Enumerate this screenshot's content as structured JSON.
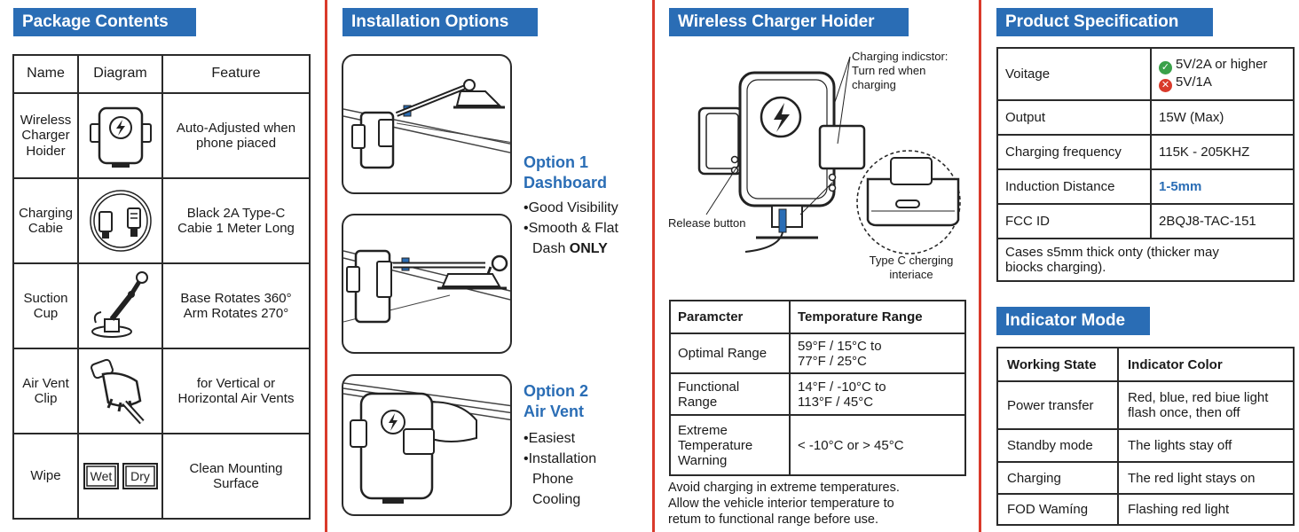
{
  "package_contents": {
    "title": "Package Contents",
    "headers": [
      "Name",
      "Diagram",
      "Feature"
    ],
    "rows": [
      {
        "name": "Wireless Charger Hoider",
        "icon": "charger-holder-icon",
        "feature": "Auto-Adjusted when phone piaced"
      },
      {
        "name": "Charging Cabie",
        "icon": "cable-icon",
        "feature": "Black 2A Type-C Cabie 1 Meter Long"
      },
      {
        "name": "Suction Cup",
        "icon": "suction-cup-icon",
        "feature": "Base Rotates 360° Arm Rotates 270°"
      },
      {
        "name": "Air Vent Clip",
        "icon": "vent-clip-icon",
        "feature": "for Vertical or Horizontal Air Vents"
      },
      {
        "name": "Wipe",
        "icon": "wipe-icon",
        "feature": "Clean Mounting Surface",
        "wipe_labels": [
          "Wet",
          "Dry"
        ]
      }
    ]
  },
  "installation": {
    "title": "Installation Options",
    "option1": {
      "title_line1": "Option 1",
      "title_line2": "Dashboard",
      "items": [
        "•Good Visibility",
        "•Smooth & Flat",
        "Dash "
      ],
      "emphasis": "ONLY"
    },
    "option2": {
      "title_line1": "Option 2",
      "title_line2": "Air Vent",
      "items": [
        "•Easiest",
        "•Installation",
        "Phone",
        "Cooling"
      ]
    }
  },
  "holder": {
    "title": "Wireless Charger Hoider",
    "callout_indicator": [
      "Charging indicstor:",
      "Turn red when",
      "charging"
    ],
    "callout_release": "Release button",
    "callout_typec": [
      "Type C cherging",
      "interiace"
    ],
    "temp_headers": [
      "Paramcter",
      "Temporature Range"
    ],
    "temp_rows": [
      {
        "param": "Optimal  Range",
        "range": [
          "59°F / 15°C to",
          "77°F / 25°C"
        ]
      },
      {
        "param": [
          "Functional",
          "Range"
        ],
        "range": [
          "14°F / -10°C to",
          "113°F / 45°C"
        ]
      },
      {
        "param": [
          "Extreme",
          "Temperature",
          "Warning"
        ],
        "range": [
          "< -10°C or > 45°C"
        ]
      }
    ],
    "note": [
      "Avoid charging in extreme temperatures.",
      "Allow the vehicle interior temperature to",
      "retum to functional range before use."
    ]
  },
  "spec": {
    "title": "Product Specification",
    "rows": [
      {
        "label": "Voitage",
        "value_ok": "5V/2A or higher",
        "value_no": "5V/1A"
      },
      {
        "label": "Output",
        "value": "15W (Max)"
      },
      {
        "label": "Charging frequency",
        "value": "115K - 205KHZ"
      },
      {
        "label": "Induction Distance",
        "value": "1-5mm",
        "highlight": true
      },
      {
        "label": "FCC ID",
        "value": "2BQJ8-TAC-151"
      }
    ],
    "footnote": [
      "Cases s5mm thick onty (thicker may",
      "biocks charging)."
    ],
    "colors": {
      "accent": "#2a6db5",
      "divider": "#d93a2b",
      "ok": "#3aa14a",
      "no": "#d93a2b"
    }
  },
  "indicator": {
    "title": "Indicator Mode",
    "headers": [
      "Working State",
      "Indicator Color"
    ],
    "rows": [
      {
        "state": "Power transfer",
        "color": [
          "Red, blue, red biue light",
          "flash once, then off"
        ]
      },
      {
        "state": "Standby mode",
        "color": [
          "The lights stay off"
        ]
      },
      {
        "state": "Charging",
        "color": [
          "The red light stays on"
        ]
      },
      {
        "state": "FOD Wamíng",
        "color": [
          "Flashing red light"
        ]
      }
    ]
  }
}
